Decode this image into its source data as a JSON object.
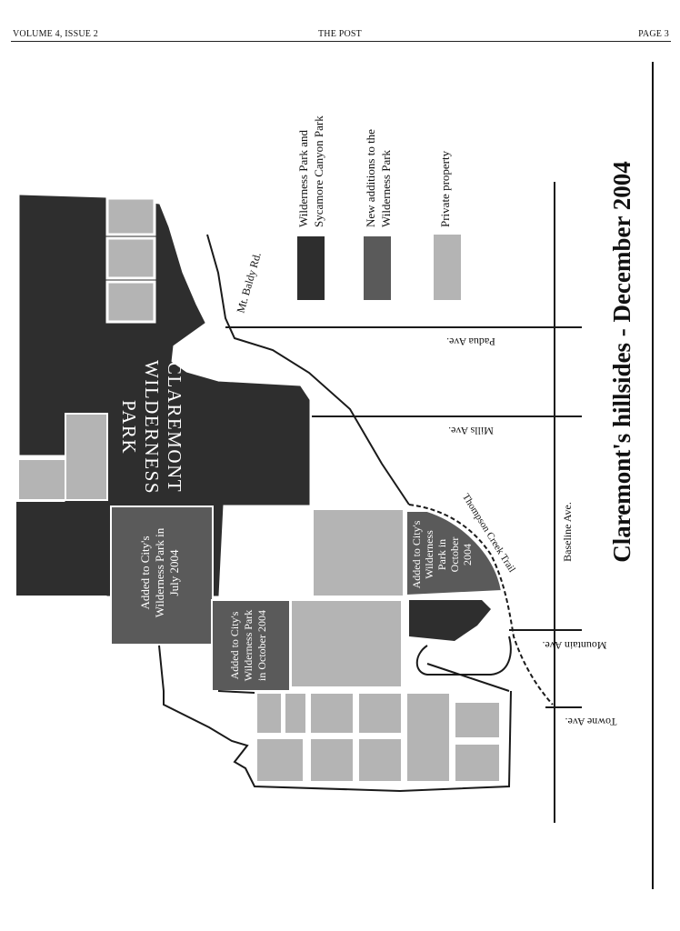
{
  "header": {
    "volume": "VOLUME 4, ISSUE 2",
    "publication": "THE POST",
    "page": "PAGE 3"
  },
  "map": {
    "title": "Claremont's hillsides - December 2004",
    "park_label": [
      "CLAREMONT",
      "WILDERNESS",
      "PARK"
    ],
    "annotations": {
      "july_addition": [
        "Added to City's",
        "Wilderness Park in",
        "July 2004"
      ],
      "october_addition_west": [
        "Added to City's",
        "Wilderness Park",
        "in October 2004"
      ],
      "october_addition_east": [
        "Added to City's",
        "Wilderness",
        "Park in",
        "October",
        "2004"
      ]
    },
    "roads": {
      "mt_baldy": "Mt. Baldy Rd.",
      "padua": "Padua Ave.",
      "mills": "Mills Ave.",
      "mountain": "Mountain Ave.",
      "towne": "Towne Ave.",
      "baseline": "Baseline Ave.",
      "thompson_creek": "Thompson Creek Trail"
    },
    "legend": [
      {
        "lines": [
          "Wilderness Park and",
          "Sycamore Canyon Park"
        ],
        "color": "#2e2e2e"
      },
      {
        "lines": [
          "New additions to the",
          "Wilderness Park"
        ],
        "color": "#5a5a5a"
      },
      {
        "lines": [
          "Private property"
        ],
        "color": "#b4b4b4"
      }
    ],
    "colors": {
      "park": "#2e2e2e",
      "addition": "#5a5a5a",
      "private": "#b4b4b4",
      "road": "#1a1a1a"
    }
  }
}
